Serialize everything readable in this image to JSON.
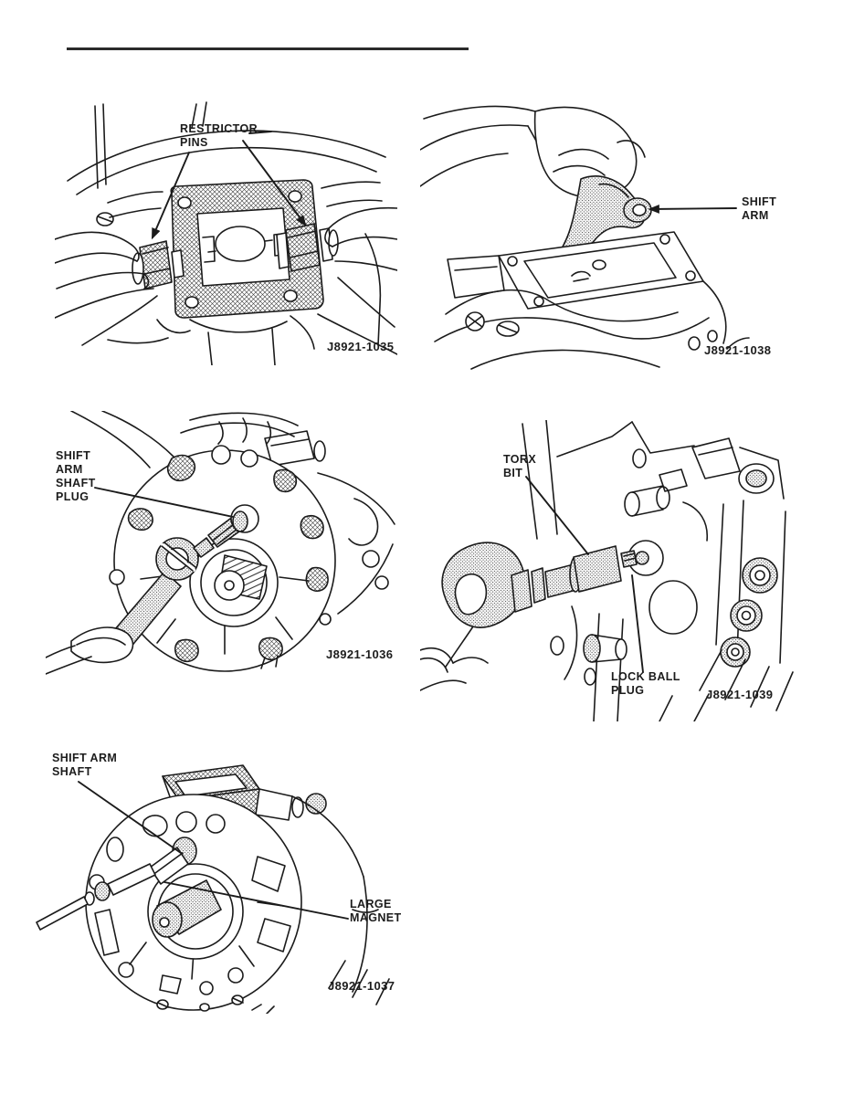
{
  "page": {
    "background_color": "#ffffff",
    "ink_color": "#1b1b1b"
  },
  "figures": [
    {
      "name": "restrictor-pins-removal",
      "figure_number": "J8921-1035",
      "callouts": [
        {
          "text": "RESTRICTOR\nPINS"
        }
      ]
    },
    {
      "name": "shift-arm-removal",
      "figure_number": "J8921-1038",
      "callouts": [
        {
          "text": "SHIFT\nARM"
        }
      ]
    },
    {
      "name": "shift-arm-shaft-plug-removal",
      "figure_number": "J8921-1036",
      "callouts": [
        {
          "text": "SHIFT\nARM\nSHAFT\nPLUG"
        }
      ]
    },
    {
      "name": "lock-ball-plug-removal",
      "figure_number": "J8921-1039",
      "callouts": [
        {
          "text": "TORX\nBIT"
        },
        {
          "text": "LOCK BALL\nPLUG"
        }
      ]
    },
    {
      "name": "shift-arm-shaft-and-magnet-removal",
      "figure_number": "J8921-1037",
      "callouts": [
        {
          "text": "SHIFT ARM\nSHAFT"
        },
        {
          "text": "LARGE\nMAGNET"
        }
      ]
    }
  ]
}
